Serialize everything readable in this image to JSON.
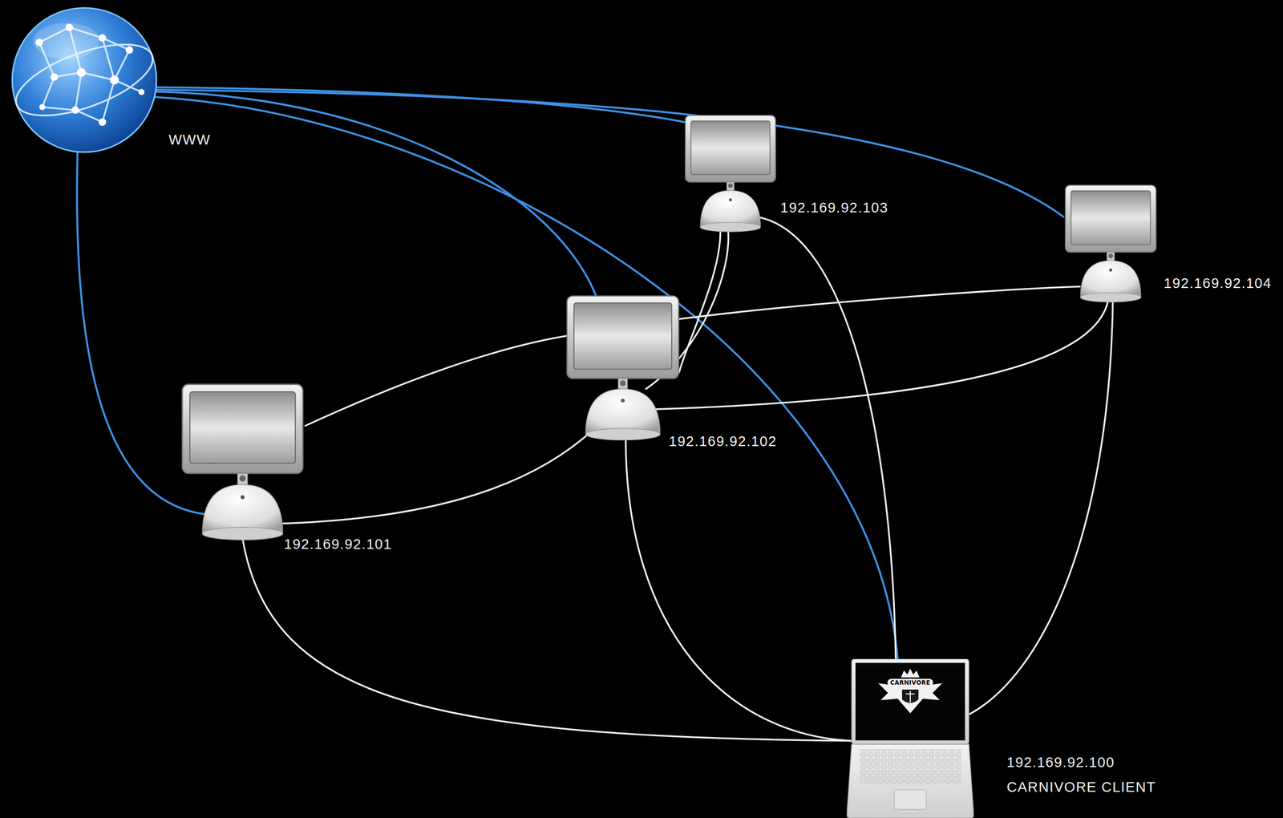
{
  "diagram": {
    "nodes": [
      {
        "text": [
          "WWW"
        ]
      },
      {
        "text": [
          "192.169.92.103"
        ]
      },
      {
        "text": [
          "192.169.92.104"
        ]
      },
      {
        "text": [
          "192.169.92.102"
        ]
      },
      {
        "text": [
          "192.169.92.101"
        ]
      },
      {
        "text": [
          "CARNIVORE",
          "192.169.92.100",
          "CARNIVORE CLIENT"
        ]
      }
    ],
    "edges": [
      {
        "from": 0,
        "to": 4,
        "arrow": "none"
      },
      {
        "from": 0,
        "to": 3,
        "arrow": "none"
      },
      {
        "from": 0,
        "to": 1,
        "arrow": "none"
      },
      {
        "from": 0,
        "to": 2,
        "arrow": "none"
      },
      {
        "from": 0,
        "to": 5,
        "arrow": "none"
      },
      {
        "from": 4,
        "to": 3,
        "arrow": "none"
      },
      {
        "from": 4,
        "to": 3,
        "arrow": "none"
      },
      {
        "from": 4,
        "to": 5,
        "arrow": "none"
      },
      {
        "from": 3,
        "to": 1,
        "arrow": "none"
      },
      {
        "from": 3,
        "to": 1,
        "arrow": "none"
      },
      {
        "from": 3,
        "to": 2,
        "arrow": "none"
      },
      {
        "from": 3,
        "to": 2,
        "arrow": "none"
      },
      {
        "from": 3,
        "to": 5,
        "arrow": "none"
      },
      {
        "from": 1,
        "to": 5,
        "arrow": "none"
      },
      {
        "from": 2,
        "to": 5,
        "arrow": "none"
      }
    ]
  }
}
